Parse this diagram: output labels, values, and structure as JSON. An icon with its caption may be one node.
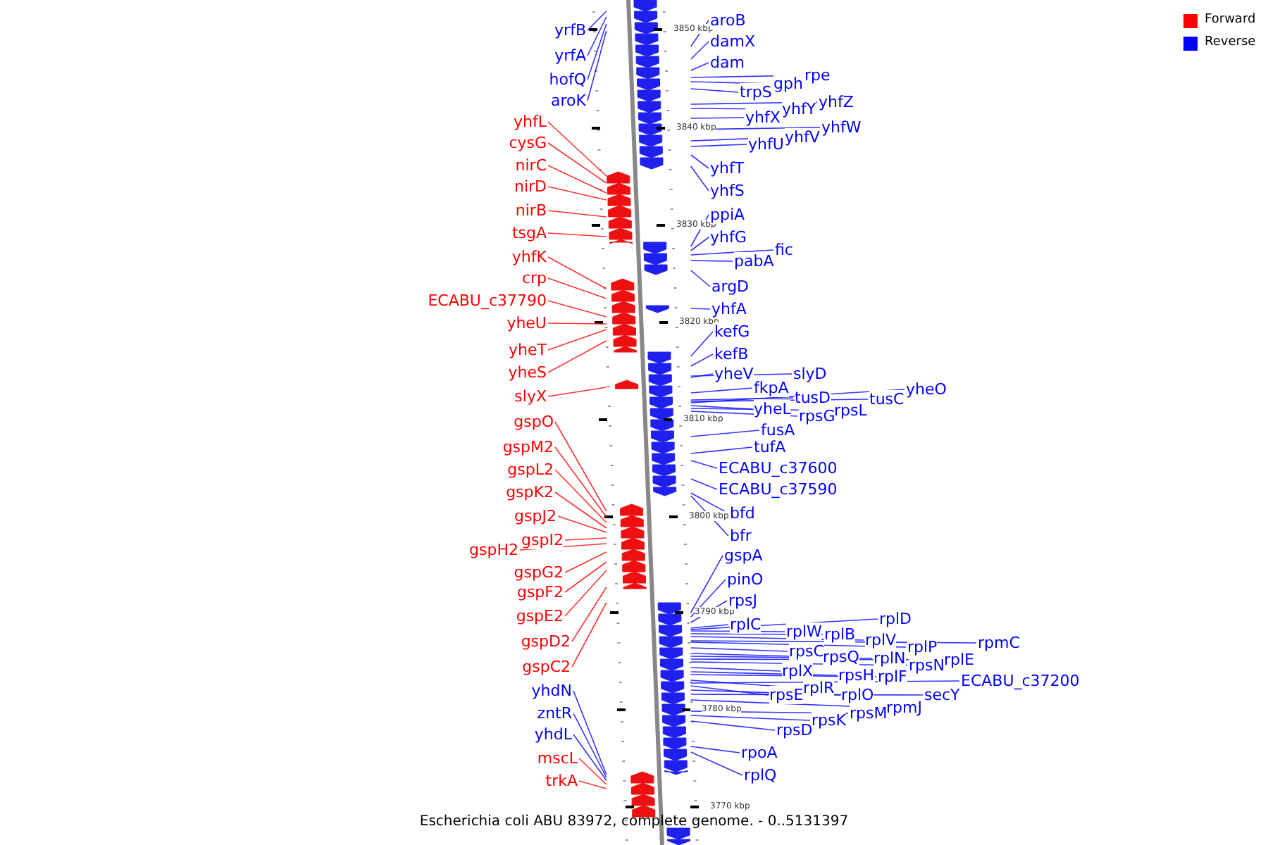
{
  "diagram": {
    "caption": "Escherichia coli ABU 83972, complete genome. - 0..5131397",
    "nodes": [
      {
        "text": [
          "yrfB"
        ]
      },
      {
        "text": [
          "yrfA"
        ]
      },
      {
        "text": [
          "hofQ"
        ]
      },
      {
        "text": [
          "aroK"
        ]
      },
      {
        "text": [
          "yhfL"
        ]
      },
      {
        "text": [
          "cysG"
        ]
      },
      {
        "text": [
          "nirC"
        ]
      },
      {
        "text": [
          "nirD"
        ]
      },
      {
        "text": [
          "nirB"
        ]
      },
      {
        "text": [
          "tsgA"
        ]
      },
      {
        "text": [
          "yhfK"
        ]
      },
      {
        "text": [
          "crp"
        ]
      },
      {
        "text": [
          "ECABU_c37790"
        ]
      },
      {
        "text": [
          "yheU"
        ]
      },
      {
        "text": [
          "yheT"
        ]
      },
      {
        "text": [
          "yheS"
        ]
      },
      {
        "text": [
          "slyX"
        ]
      },
      {
        "text": [
          "gspO"
        ]
      },
      {
        "text": [
          "gspM2"
        ]
      },
      {
        "text": [
          "gspL2"
        ]
      },
      {
        "text": [
          "gspK2"
        ]
      },
      {
        "text": [
          "gspJ2"
        ]
      },
      {
        "text": [
          "gspI2"
        ]
      },
      {
        "text": [
          "gspH2"
        ]
      },
      {
        "text": [
          "gspG2"
        ]
      },
      {
        "text": [
          "gspF2"
        ]
      },
      {
        "text": [
          "gspE2"
        ]
      },
      {
        "text": [
          "gspD2"
        ]
      },
      {
        "text": [
          "gspC2"
        ]
      },
      {
        "text": [
          "yhdN"
        ]
      },
      {
        "text": [
          "zntR"
        ]
      },
      {
        "text": [
          "yhdL"
        ]
      },
      {
        "text": [
          "mscL"
        ]
      },
      {
        "text": [
          "trkA"
        ]
      },
      {
        "text": [
          "aroB"
        ]
      },
      {
        "text": [
          "damX"
        ]
      },
      {
        "text": [
          "dam"
        ]
      },
      {
        "text": [
          "rpe"
        ]
      },
      {
        "text": [
          "gph"
        ]
      },
      {
        "text": [
          "trpS"
        ]
      },
      {
        "text": [
          "yhfZ"
        ]
      },
      {
        "text": [
          "yhfY"
        ]
      },
      {
        "text": [
          "yhfX"
        ]
      },
      {
        "text": [
          "yhfW"
        ]
      },
      {
        "text": [
          "yhfV"
        ]
      },
      {
        "text": [
          "yhfU"
        ]
      },
      {
        "text": [
          "yhfT"
        ]
      },
      {
        "text": [
          "yhfS"
        ]
      },
      {
        "text": [
          "ppiA"
        ]
      },
      {
        "text": [
          "yhfG"
        ]
      },
      {
        "text": [
          "fic"
        ]
      },
      {
        "text": [
          "pabA"
        ]
      },
      {
        "text": [
          "argD"
        ]
      },
      {
        "text": [
          "yhfA"
        ]
      },
      {
        "text": [
          "kefG"
        ]
      },
      {
        "text": [
          "kefB"
        ]
      },
      {
        "text": [
          "yheV"
        ]
      },
      {
        "text": [
          "slyD"
        ]
      },
      {
        "text": [
          "fkpA"
        ]
      },
      {
        "text": [
          "yheO"
        ]
      },
      {
        "text": [
          "tusC"
        ]
      },
      {
        "text": [
          "tusD"
        ]
      },
      {
        "text": [
          "yheL"
        ]
      },
      {
        "text": [
          "rpsL"
        ]
      },
      {
        "text": [
          "rpsG"
        ]
      },
      {
        "text": [
          "fusA"
        ]
      },
      {
        "text": [
          "tufA"
        ]
      },
      {
        "text": [
          "ECABU_c37600"
        ]
      },
      {
        "text": [
          "ECABU_c37590"
        ]
      },
      {
        "text": [
          "bfd"
        ]
      },
      {
        "text": [
          "bfr"
        ]
      },
      {
        "text": [
          "gspA"
        ]
      },
      {
        "text": [
          "pinO"
        ]
      },
      {
        "text": [
          "rpsJ"
        ]
      },
      {
        "text": [
          "rplC"
        ]
      },
      {
        "text": [
          "rplW"
        ]
      },
      {
        "text": [
          "rplD"
        ]
      },
      {
        "text": [
          "rplB"
        ]
      },
      {
        "text": [
          "rplV"
        ]
      },
      {
        "text": [
          "rplP"
        ]
      },
      {
        "text": [
          "rpmC"
        ]
      },
      {
        "text": [
          "rpsC"
        ]
      },
      {
        "text": [
          "rpsQ"
        ]
      },
      {
        "text": [
          "rplN"
        ]
      },
      {
        "text": [
          "rpsN"
        ]
      },
      {
        "text": [
          "rplE"
        ]
      },
      {
        "text": [
          "rplX"
        ]
      },
      {
        "text": [
          "rpsH"
        ]
      },
      {
        "text": [
          "rplF"
        ]
      },
      {
        "text": [
          "rplR"
        ]
      },
      {
        "text": [
          "rpsE"
        ]
      },
      {
        "text": [
          "rplO"
        ]
      },
      {
        "text": [
          "ECABU_c37200"
        ]
      },
      {
        "text": [
          "secY"
        ]
      },
      {
        "text": [
          "rpmJ"
        ]
      },
      {
        "text": [
          "rpsM"
        ]
      },
      {
        "text": [
          "rpsK"
        ]
      },
      {
        "text": [
          "rpsD"
        ]
      },
      {
        "text": [
          "rpoA"
        ]
      },
      {
        "text": [
          "rplQ"
        ]
      },
      {
        "text": [],
        "shape": "bar"
      }
    ],
    "edges": [
      {
        "from": 0,
        "to": 100,
        "arrow": "none"
      },
      {
        "from": 1,
        "to": 100,
        "arrow": "none"
      },
      {
        "from": 2,
        "to": 100,
        "arrow": "none"
      },
      {
        "from": 3,
        "to": 100,
        "arrow": "none"
      },
      {
        "from": 4,
        "to": 100,
        "arrow": "none",
        "color": "#ff0000"
      },
      {
        "from": 5,
        "to": 100,
        "arrow": "none",
        "color": "#ff0000"
      },
      {
        "from": 6,
        "to": 100,
        "arrow": "none",
        "color": "#ff0000"
      },
      {
        "from": 7,
        "to": 100,
        "arrow": "none",
        "color": "#ff0000"
      },
      {
        "from": 8,
        "to": 100,
        "arrow": "none",
        "color": "#ff0000"
      },
      {
        "from": 9,
        "to": 100,
        "arrow": "none",
        "color": "#ff0000"
      },
      {
        "from": 10,
        "to": 100,
        "arrow": "none",
        "color": "#ff0000"
      },
      {
        "from": 11,
        "to": 100,
        "arrow": "none",
        "color": "#ff0000"
      },
      {
        "from": 12,
        "to": 100,
        "arrow": "none",
        "color": "#ff0000"
      },
      {
        "from": 13,
        "to": 100,
        "arrow": "none",
        "color": "#ff0000"
      },
      {
        "from": 14,
        "to": 100,
        "arrow": "none",
        "color": "#ff0000"
      },
      {
        "from": 15,
        "to": 100,
        "arrow": "none",
        "color": "#ff0000"
      },
      {
        "from": 16,
        "to": 100,
        "arrow": "none",
        "color": "#ff0000"
      },
      {
        "from": 17,
        "to": 100,
        "arrow": "none",
        "color": "#ff0000"
      },
      {
        "from": 18,
        "to": 100,
        "arrow": "none",
        "color": "#ff0000"
      },
      {
        "from": 19,
        "to": 100,
        "arrow": "none",
        "color": "#ff0000"
      },
      {
        "from": 20,
        "to": 100,
        "arrow": "none",
        "color": "#ff0000"
      },
      {
        "from": 21,
        "to": 100,
        "arrow": "none",
        "color": "#ff0000"
      },
      {
        "from": 22,
        "to": 100,
        "arrow": "none",
        "color": "#ff0000"
      },
      {
        "from": 23,
        "to": 100,
        "arrow": "none",
        "color": "#ff0000"
      },
      {
        "from": 24,
        "to": 100,
        "arrow": "none",
        "color": "#ff0000"
      },
      {
        "from": 25,
        "to": 100,
        "arrow": "none",
        "color": "#ff0000"
      },
      {
        "from": 26,
        "to": 100,
        "arrow": "none",
        "color": "#ff0000"
      },
      {
        "from": 27,
        "to": 100,
        "arrow": "none",
        "color": "#ff0000"
      },
      {
        "from": 28,
        "to": 100,
        "arrow": "none",
        "color": "#ff0000"
      },
      {
        "from": 29,
        "to": 100,
        "arrow": "none"
      },
      {
        "from": 30,
        "to": 100,
        "arrow": "none"
      },
      {
        "from": 31,
        "to": 100,
        "arrow": "none"
      },
      {
        "from": 32,
        "to": 100,
        "arrow": "none",
        "color": "#ff0000"
      },
      {
        "from": 33,
        "to": 100,
        "arrow": "none",
        "color": "#ff0000"
      },
      {
        "from": 34,
        "to": 100,
        "arrow": "none"
      },
      {
        "from": 35,
        "to": 100,
        "arrow": "none"
      },
      {
        "from": 36,
        "to": 100,
        "arrow": "none"
      },
      {
        "from": 37,
        "to": 100,
        "arrow": "none"
      },
      {
        "from": 38,
        "to": 100,
        "arrow": "none"
      },
      {
        "from": 39,
        "to": 100,
        "arrow": "none"
      },
      {
        "from": 40,
        "to": 100,
        "arrow": "none"
      },
      {
        "from": 41,
        "to": 100,
        "arrow": "none"
      },
      {
        "from": 42,
        "to": 100,
        "arrow": "none"
      },
      {
        "from": 43,
        "to": 100,
        "arrow": "none"
      },
      {
        "from": 44,
        "to": 100,
        "arrow": "none"
      },
      {
        "from": 45,
        "to": 100,
        "arrow": "none"
      },
      {
        "from": 46,
        "to": 100,
        "arrow": "none"
      },
      {
        "from": 47,
        "to": 100,
        "arrow": "none"
      },
      {
        "from": 48,
        "to": 100,
        "arrow": "none"
      },
      {
        "from": 49,
        "to": 100,
        "arrow": "none"
      },
      {
        "from": 50,
        "to": 100,
        "arrow": "none"
      },
      {
        "from": 51,
        "to": 100,
        "arrow": "none"
      },
      {
        "from": 52,
        "to": 100,
        "arrow": "none"
      },
      {
        "from": 53,
        "to": 100,
        "arrow": "none"
      },
      {
        "from": 54,
        "to": 100,
        "arrow": "none"
      },
      {
        "from": 55,
        "to": 100,
        "arrow": "none"
      },
      {
        "from": 56,
        "to": 100,
        "arrow": "none"
      },
      {
        "from": 57,
        "to": 100,
        "arrow": "none"
      },
      {
        "from": 58,
        "to": 100,
        "arrow": "none"
      },
      {
        "from": 59,
        "to": 100,
        "arrow": "none"
      },
      {
        "from": 60,
        "to": 100,
        "arrow": "none"
      },
      {
        "from": 61,
        "to": 100,
        "arrow": "none"
      },
      {
        "from": 62,
        "to": 100,
        "arrow": "none"
      },
      {
        "from": 63,
        "to": 100,
        "arrow": "none"
      },
      {
        "from": 64,
        "to": 100,
        "arrow": "none"
      },
      {
        "from": 65,
        "to": 100,
        "arrow": "none"
      },
      {
        "from": 66,
        "to": 100,
        "arrow": "none"
      },
      {
        "from": 67,
        "to": 100,
        "arrow": "none"
      },
      {
        "from": 68,
        "to": 100,
        "arrow": "none"
      },
      {
        "from": 69,
        "to": 100,
        "arrow": "none"
      },
      {
        "from": 70,
        "to": 100,
        "arrow": "none"
      },
      {
        "from": 71,
        "to": 100,
        "arrow": "none"
      },
      {
        "from": 72,
        "to": 100,
        "arrow": "none"
      },
      {
        "from": 73,
        "to": 100,
        "arrow": "none"
      },
      {
        "from": 74,
        "to": 100,
        "arrow": "none"
      },
      {
        "from": 75,
        "to": 100,
        "arrow": "none"
      },
      {
        "from": 76,
        "to": 100,
        "arrow": "none"
      },
      {
        "from": 77,
        "to": 100,
        "arrow": "none"
      },
      {
        "from": 78,
        "to": 100,
        "arrow": "none"
      },
      {
        "from": 79,
        "to": 100,
        "arrow": "none"
      },
      {
        "from": 80,
        "to": 100,
        "arrow": "none"
      },
      {
        "from": 81,
        "to": 100,
        "arrow": "none"
      },
      {
        "from": 82,
        "to": 100,
        "arrow": "none"
      },
      {
        "from": 83,
        "to": 100,
        "arrow": "none"
      },
      {
        "from": 84,
        "to": 100,
        "arrow": "none"
      },
      {
        "from": 85,
        "to": 100,
        "arrow": "none"
      },
      {
        "from": 86,
        "to": 100,
        "arrow": "none"
      },
      {
        "from": 87,
        "to": 100,
        "arrow": "none"
      },
      {
        "from": 88,
        "to": 100,
        "arrow": "none"
      },
      {
        "from": 89,
        "to": 100,
        "arrow": "none"
      },
      {
        "from": 90,
        "to": 100,
        "arrow": "none"
      },
      {
        "from": 91,
        "to": 100,
        "arrow": "none"
      },
      {
        "from": 92,
        "to": 100,
        "arrow": "none"
      },
      {
        "from": 93,
        "to": 100,
        "arrow": "none"
      },
      {
        "from": 94,
        "to": 100,
        "arrow": "none"
      },
      {
        "from": 95,
        "to": 100,
        "arrow": "none"
      },
      {
        "from": 96,
        "to": 100,
        "arrow": "none"
      },
      {
        "from": 97,
        "to": 100,
        "arrow": "none"
      },
      {
        "from": 98,
        "to": 100,
        "arrow": "none"
      },
      {
        "from": 99,
        "to": 100,
        "arrow": "none"
      }
    ],
    "labels": [
      "3850 kbp",
      "3840 kbp",
      "3830 kbp",
      "3820 kbp",
      "3810 kbp",
      "3800 kbp",
      "3790 kbp",
      "3780 kbp",
      "3770 kbp"
    ],
    "legend": [
      {
        "text": "Forward",
        "color": "#ff0000"
      },
      {
        "text": "Reverse",
        "color": "#0000ff"
      }
    ]
  }
}
